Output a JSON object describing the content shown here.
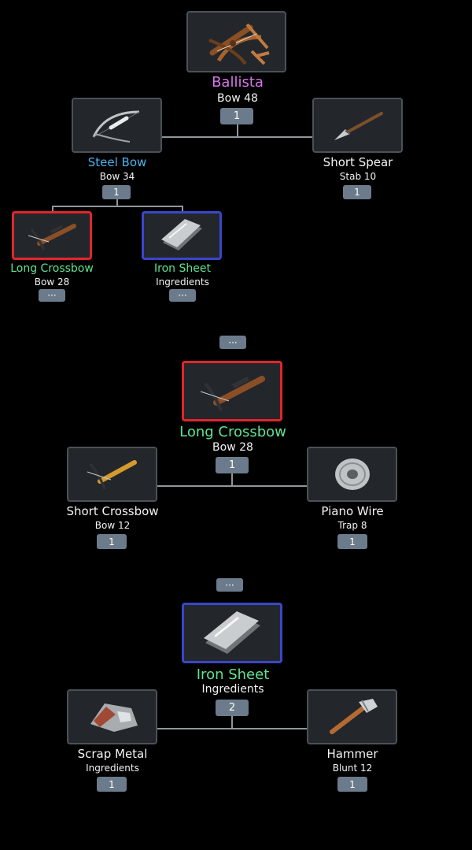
{
  "sections": {
    "ballista": {
      "root": {
        "name": "Ballista",
        "category": "Bow 48",
        "count": "1",
        "icon": "ballista-icon"
      },
      "left": {
        "name": "Steel Bow",
        "category": "Bow 34",
        "count": "1",
        "icon": "steel-bow-icon"
      },
      "right": {
        "name": "Short Spear",
        "category": "Stab 10",
        "count": "1",
        "icon": "short-spear-icon"
      },
      "sub_left": {
        "name": "Long Crossbow",
        "category": "Bow 28",
        "count": "···",
        "icon": "long-crossbow-icon"
      },
      "sub_right": {
        "name": "Iron Sheet",
        "category": "Ingredients",
        "count": "···",
        "icon": "iron-sheet-icon"
      }
    },
    "separator_1": "···",
    "long_crossbow": {
      "root": {
        "name": "Long Crossbow",
        "category": "Bow 28",
        "count": "1",
        "icon": "long-crossbow-icon"
      },
      "left": {
        "name": "Short Crossbow",
        "category": "Bow 12",
        "count": "1",
        "icon": "short-crossbow-icon"
      },
      "right": {
        "name": "Piano Wire",
        "category": "Trap 8",
        "count": "1",
        "icon": "piano-wire-icon"
      }
    },
    "separator_2": "···",
    "iron_sheet": {
      "root": {
        "name": "Iron Sheet",
        "category": "Ingredients",
        "count": "2",
        "icon": "iron-sheet-icon"
      },
      "left": {
        "name": "Scrap Metal",
        "category": "Ingredients",
        "count": "1",
        "icon": "scrap-metal-icon"
      },
      "right": {
        "name": "Hammer",
        "category": "Blunt 12",
        "count": "1",
        "icon": "hammer-icon"
      }
    }
  },
  "colors": {
    "rare_purple": "#d877ec",
    "uncommon_blue": "#4db3f0",
    "common_green": "#5ee390",
    "highlight_red": "#e0262c",
    "highlight_blue": "#3a46c8",
    "badge": "#6c7b8b"
  }
}
